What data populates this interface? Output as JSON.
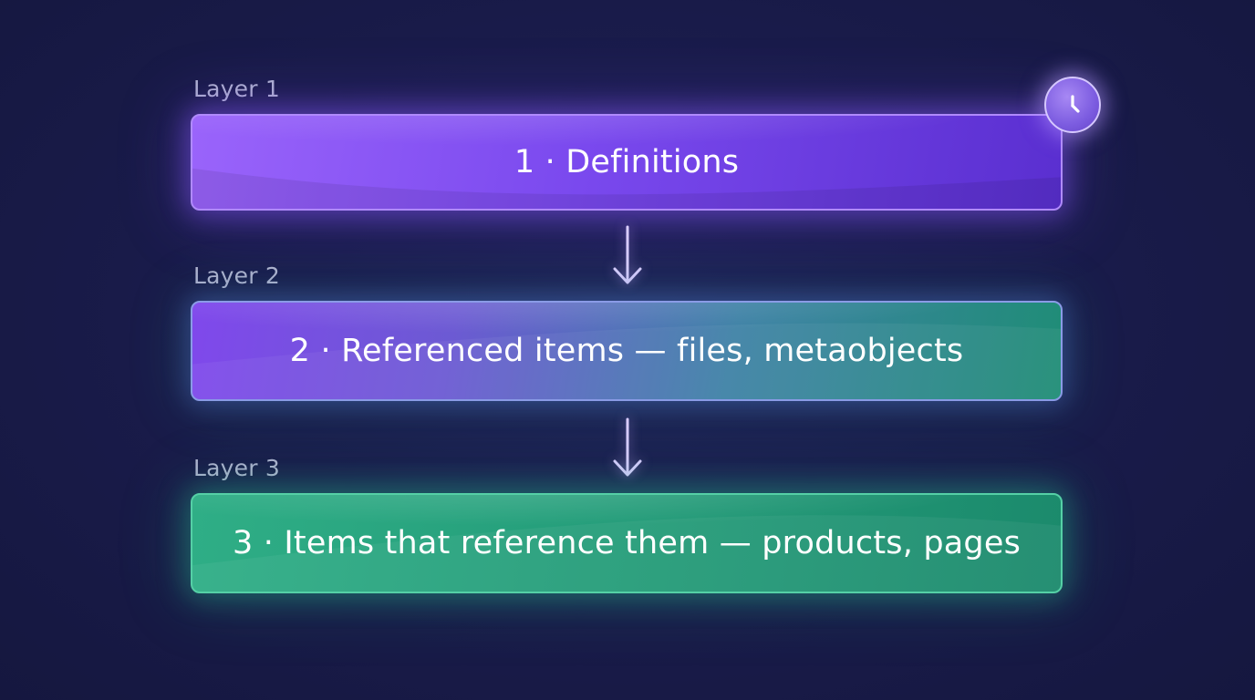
{
  "layers": [
    {
      "label": "Layer 1",
      "text": "1 · Definitions"
    },
    {
      "label": "Layer 2",
      "text": "2 · Referenced items — files, metaobjects"
    },
    {
      "label": "Layer 3",
      "text": "3 · Items that reference them — products, pages"
    }
  ],
  "icons": {
    "badge": "clock-icon",
    "connector": "arrow-down-icon"
  },
  "colors": {
    "background": "#1a1c4c",
    "layer1": "#7a49ee",
    "layer2_start": "#8048ec",
    "layer2_end": "#1f8d76",
    "layer3": "#26a07c",
    "label": "#b0b2d0"
  }
}
